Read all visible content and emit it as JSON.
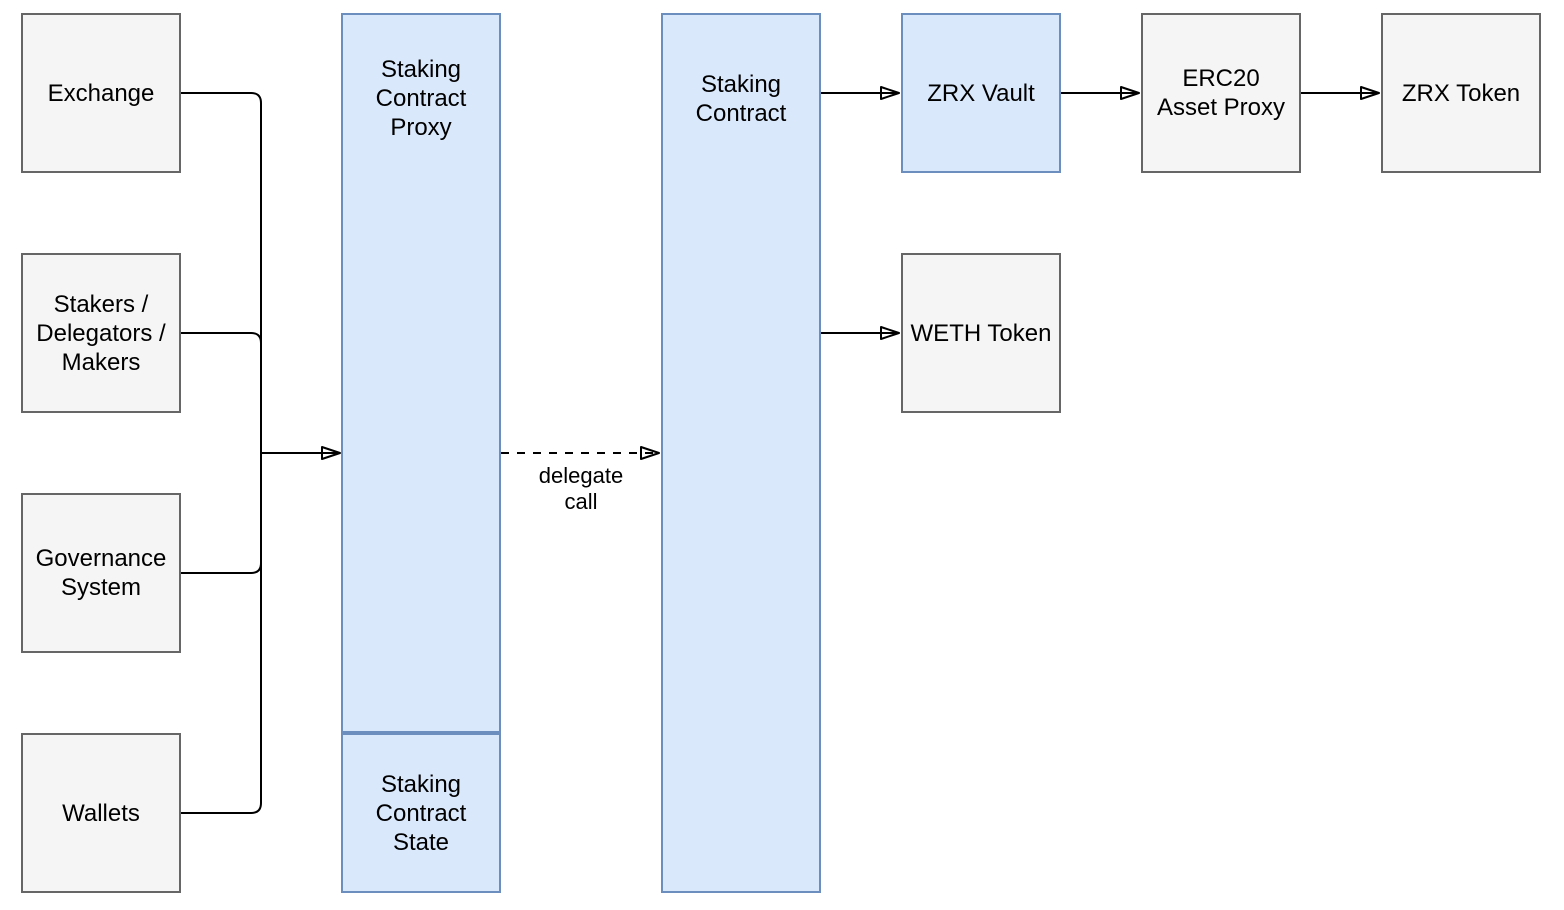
{
  "colors": {
    "background": "#ffffff",
    "blue_fill": "#dae8fc",
    "blue_stroke": "#6c8ebf",
    "gray_fill": "#f5f5f5",
    "gray_stroke": "#666666",
    "edge": "#000000",
    "text": "#000000"
  },
  "nodes": {
    "exchange": {
      "label": "Exchange",
      "style": "gray"
    },
    "stakers": {
      "label": "Stakers /\nDelegators /\nMakers",
      "style": "gray"
    },
    "governance": {
      "label": "Governance\nSystem",
      "style": "gray"
    },
    "wallets": {
      "label": "Wallets",
      "style": "gray"
    },
    "staking_contract_proxy": {
      "label": "Staking\nContract\nProxy",
      "style": "blue"
    },
    "staking_contract_state": {
      "label": "Staking\nContract\nState",
      "style": "blue"
    },
    "staking_contract": {
      "label": "Staking\nContract",
      "style": "blue"
    },
    "zrx_vault": {
      "label": "ZRX Vault",
      "style": "blue"
    },
    "weth_token": {
      "label": "WETH Token",
      "style": "gray"
    },
    "erc20_asset_proxy": {
      "label": "ERC20\nAsset Proxy",
      "style": "gray"
    },
    "zrx_token": {
      "label": "ZRX Token",
      "style": "gray"
    }
  },
  "edges": [
    {
      "from": "Exchange",
      "to": "Staking Contract Proxy",
      "type": "solid-arrow"
    },
    {
      "from": "Stakers / Delegators / Makers",
      "to": "Staking Contract Proxy",
      "type": "solid-arrow"
    },
    {
      "from": "Governance System",
      "to": "Staking Contract Proxy",
      "type": "solid-arrow"
    },
    {
      "from": "Wallets",
      "to": "Staking Contract Proxy",
      "type": "solid-arrow"
    },
    {
      "from": "Staking Contract Proxy",
      "to": "Staking Contract",
      "type": "dashed-arrow",
      "label": "delegate\ncall"
    },
    {
      "from": "Staking Contract",
      "to": "ZRX Vault",
      "type": "solid-arrow"
    },
    {
      "from": "Staking Contract",
      "to": "WETH Token",
      "type": "solid-arrow"
    },
    {
      "from": "ZRX Vault",
      "to": "ERC20 Asset Proxy",
      "type": "solid-arrow"
    },
    {
      "from": "ERC20 Asset Proxy",
      "to": "ZRX Token",
      "type": "solid-arrow"
    }
  ]
}
